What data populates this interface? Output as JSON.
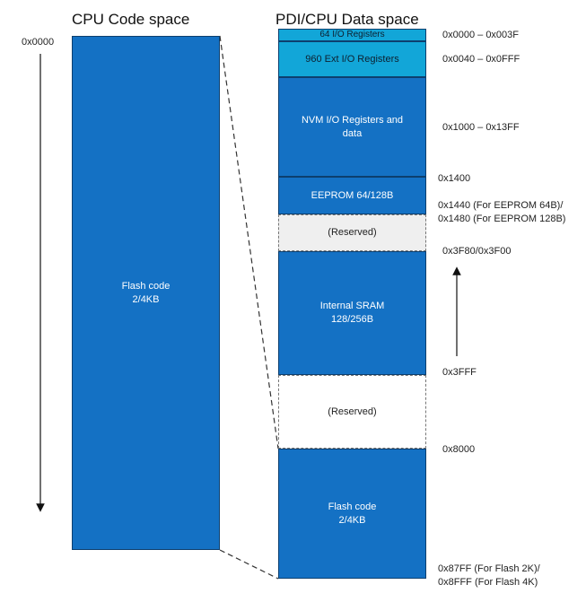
{
  "titles": {
    "code_space": "CPU Code space",
    "data_space": "PDI/CPU Data space"
  },
  "code_space": {
    "start_address": "0x0000",
    "flash_label": "Flash code\n2/4KB"
  },
  "data_space": {
    "blocks": [
      {
        "label": "64 I/O Registers"
      },
      {
        "label": "960 Ext I/O Registers"
      },
      {
        "label": "NVM I/O Registers and\ndata"
      },
      {
        "label": "EEPROM 64/128B"
      },
      {
        "label": "(Reserved)"
      },
      {
        "label": "Internal SRAM\n128/256B"
      },
      {
        "label": "(Reserved)"
      },
      {
        "label": "Flash code\n2/4KB"
      }
    ],
    "addresses": [
      "0x0000 – 0x003F",
      "0x0040 – 0x0FFF",
      "0x1000 – 0x13FF",
      "0x1400",
      "0x1440 (For EEPROM 64B)/\n0x1480 (For EEPROM 128B)",
      "0x3F80/0x3F00",
      "0x3FFF",
      "0x8000",
      "0x87FF (For Flash 2K)/\n0x8FFF (For Flash 4K)"
    ]
  },
  "colors": {
    "block_blue": "#1471c4",
    "block_cyan": "#12a6d8",
    "reserved_grey": "#efefef"
  }
}
